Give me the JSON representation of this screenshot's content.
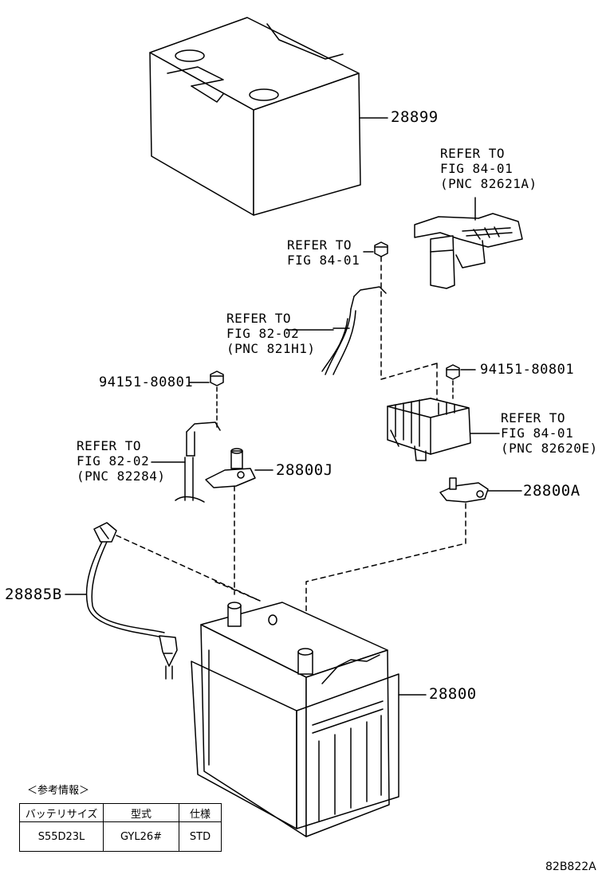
{
  "part_labels": {
    "p28899": "28899",
    "p28800": "28800",
    "p28800J": "28800J",
    "p28800A": "28800A",
    "p28885B": "28885B",
    "nut_left": "94151-80801",
    "nut_right": "94151-80801"
  },
  "references": {
    "ref_82621A": [
      "REFER TO",
      "FIG 84-01",
      "(PNC 82621A)"
    ],
    "ref_fig84_nut": [
      "REFER TO",
      "FIG 84-01"
    ],
    "ref_821H1": [
      "REFER TO",
      "FIG 82-02",
      "(PNC 821H1)"
    ],
    "ref_82284": [
      "REFER TO",
      "FIG 82-02",
      "(PNC 82284)"
    ],
    "ref_82620E": [
      "REFER TO",
      "FIG 84-01",
      "(PNC 82620E)"
    ]
  },
  "info_table": {
    "title": "＜参考情報＞",
    "headers": [
      "バッテリサイズ",
      "型式",
      "仕様"
    ],
    "row": [
      "S55D23L",
      "GYL26#",
      "STD"
    ]
  },
  "figure_code": "82B822A"
}
